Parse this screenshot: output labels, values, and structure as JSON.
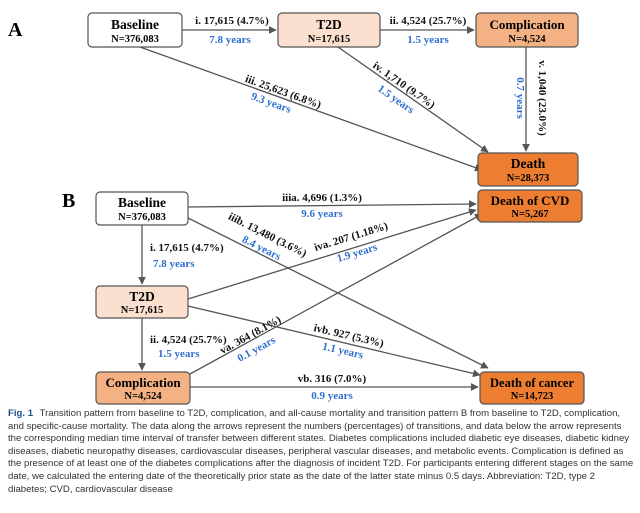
{
  "panel_a": {
    "label": "A",
    "nodes": {
      "baseline": {
        "title": "Baseline",
        "n": "N=376,083",
        "fill": "#ffffff"
      },
      "t2d": {
        "title": "T2D",
        "n": "N=17,615",
        "fill": "#fbe0cf"
      },
      "complication": {
        "title": "Complication",
        "n": "N=4,524",
        "fill": "#f4b183"
      },
      "death": {
        "title": "Death",
        "n": "N=28,373",
        "fill": "#ed7d31"
      }
    },
    "edges": {
      "i": {
        "count": "i. 17,615 (4.7%)",
        "time": "7.8 years"
      },
      "ii": {
        "count": "ii. 4,524 (25.7%)",
        "time": "1.5 years"
      },
      "iii": {
        "count": "iii. 25,623 (6.8%)",
        "time": "9.3 years"
      },
      "iv": {
        "count": "iv. 1,710 (9.7%)",
        "time": "1.5 years"
      },
      "v": {
        "count": "v. 1,040 (23.0%)",
        "time": "0.7 years"
      }
    }
  },
  "panel_b": {
    "label": "B",
    "nodes": {
      "baseline": {
        "title": "Baseline",
        "n": "N=376,083",
        "fill": "#ffffff"
      },
      "t2d": {
        "title": "T2D",
        "n": "N=17,615",
        "fill": "#fbe0cf"
      },
      "complication": {
        "title": "Complication",
        "n": "N=4,524",
        "fill": "#f4b183"
      },
      "death_cvd": {
        "title": "Death of CVD",
        "n": "N=5,267",
        "fill": "#ed7d31"
      },
      "death_cancer": {
        "title": "Death of cancer",
        "n": "N=14,723",
        "fill": "#ed7d31"
      }
    },
    "edges": {
      "iiia": {
        "count": "iiia. 4,696 (1.3%)",
        "time": "9.6 years"
      },
      "iiib": {
        "count": "iiib. 13,480 (3.6%)",
        "time": "8.4 years"
      },
      "i": {
        "count": "i. 17,615 (4.7%)",
        "time": "7.8 years"
      },
      "iva": {
        "count": "iva. 207 (1.18%)",
        "time": "1.9 years"
      },
      "ivb": {
        "count": "ivb. 927 (5.3%)",
        "time": "1.1 years"
      },
      "ii": {
        "count": "ii. 4,524 (25.7%)",
        "time": "1.5 years"
      },
      "va": {
        "count": "va. 364 (8.1%)",
        "time": "0.1 years"
      },
      "vb": {
        "count": "vb. 316 (7.0%)",
        "time": "0.9 years"
      }
    }
  },
  "colors": {
    "time_label": "#2f6fd0",
    "count_label": "#111111",
    "arrow": "#555555",
    "caption_label": "#1a4f8a"
  },
  "caption": {
    "label": "Fig. 1",
    "text": "Transition pattern from baseline to T2D, complication, and all-cause mortality and transition pattern B from baseline to T2D, complication, and specific-cause mortality. The data along the arrows represent the numbers (percentages) of transitions, and data below the arrow represents the corresponding median time interval of transfer between different states. Diabetes complications included diabetic eye diseases, diabetic kidney diseases, diabetic neuropathy diseases, cardiovascular diseases, peripheral vascular diseases, and metabolic events. Complication is defined as the presence of at least one of the diabetes complications after the diagnosis of incident T2D. For participants entering different stages on the same date, we calculated the entering date of the theoretically prior state as the date of the latter state minus 0.5 days. Abbreviation: T2D, type 2 diabetes; CVD, cardiovascular disease"
  }
}
